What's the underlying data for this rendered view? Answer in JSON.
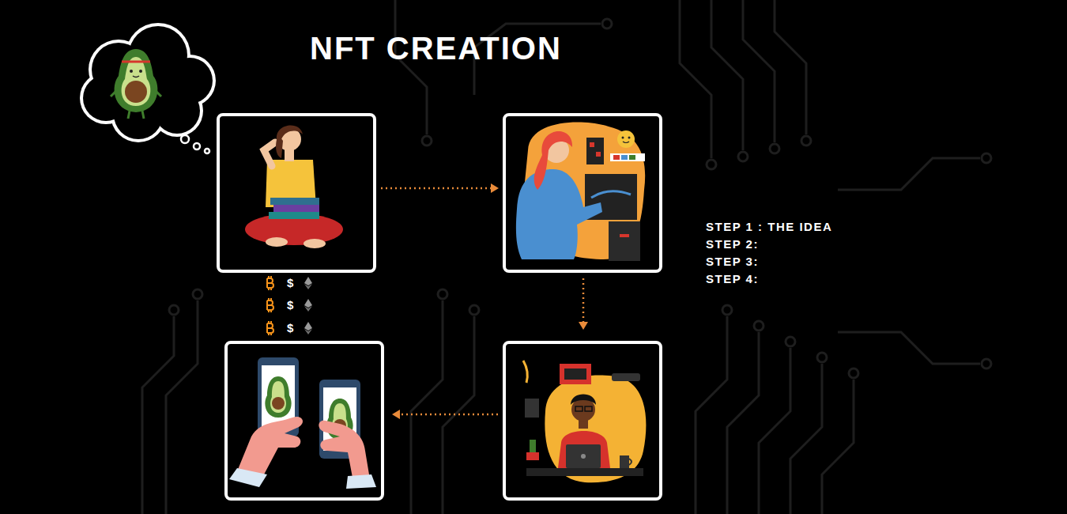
{
  "diagram": {
    "title": "NFT CREATION",
    "labels": [
      "STEP 1 : THE IDEA",
      "STEP 2:",
      "STEP 3:",
      "STEP 4:",
      "$",
      "$",
      "$"
    ]
  }
}
